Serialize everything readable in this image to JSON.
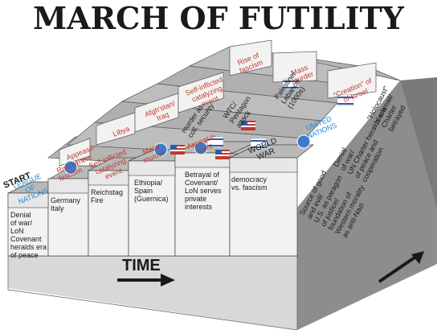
{
  "title": "MARCH OF FUTILITY",
  "start_label": "START",
  "time_label": "TIME",
  "colors": {
    "red_text": "#c0392b",
    "blue_text": "#1f8ad6",
    "step_top": "#b9b9b9",
    "step_front": "#f2f2f2",
    "side": "#8a8a8a",
    "flag_blue": "#2b5cab"
  },
  "front_steps": [
    {
      "label": [
        "LEAGUE",
        "OF",
        "NATIONS"
      ],
      "color": "blue",
      "note": [
        "Denial",
        "of war/",
        "LoN",
        "Covenant",
        "heralds era",
        "of peace"
      ]
    },
    {
      "label": [
        "Rise of",
        "fascism"
      ],
      "color": "red",
      "note": [
        "Germany",
        "Italy"
      ]
    },
    {
      "label": [
        "Self-inflicted",
        "catalyzing",
        "event"
      ],
      "color": "red",
      "note": [
        "Reichstag",
        "Fire"
      ]
    },
    {
      "label": [
        "Mass",
        "murder"
      ],
      "color": "red",
      "note": [
        "Ethiopia/",
        "Spain",
        "(Guernica)"
      ]
    },
    {
      "label": [
        "Appease-",
        "ment"
      ],
      "color": "red",
      "note": [
        "Betrayal of",
        "Covenant/",
        "LoN serves",
        "private",
        "interests"
      ]
    },
    {
      "label": [
        "WORLD",
        "WAR"
      ],
      "color": "dark",
      "note": [
        "democracy",
        "vs. fascism"
      ]
    }
  ],
  "back_steps": [
    {
      "label": [
        "Appease-",
        "ment"
      ],
      "color": "red"
    },
    {
      "label": [
        "Libya"
      ],
      "color": "red"
    },
    {
      "label": [
        "Afgh'stan/",
        "Iraq"
      ],
      "color": "red",
      "side": [
        "murder as",
        "coll. security"
      ]
    },
    {
      "label": [
        "Self-inflicted",
        "catalyzing",
        "event"
      ],
      "color": "red",
      "side": [
        "WTC/",
        "Pentagon",
        "attack"
      ]
    },
    {
      "label": [
        "Rise of",
        "fascism"
      ],
      "color": "red"
    },
    {
      "label": [
        "Mass",
        "murder"
      ],
      "color": "red",
      "side": [
        "Palestine/",
        "Lebanon",
        "(1000s)"
      ]
    },
    {
      "label": [
        "\"Creation\" of",
        "of Israel"
      ],
      "color": "red"
    }
  ],
  "right_notes": {
    "united_nations": [
      "UNITED",
      "NATIONS"
    ],
    "col1": [
      "Source of good",
      "and evil/",
      "U.S. as paragon",
      "of justice/",
      "foundation of",
      "Western morality",
      "as anti-Nazi"
    ],
    "col2": [
      "Denial",
      "of war/",
      "UN Charter heralds era",
      "of peace and",
      "cooperation"
    ],
    "col3": [
      "\"Holocaust\"",
      "blackmail/",
      "Charter",
      "betrayed"
    ]
  }
}
